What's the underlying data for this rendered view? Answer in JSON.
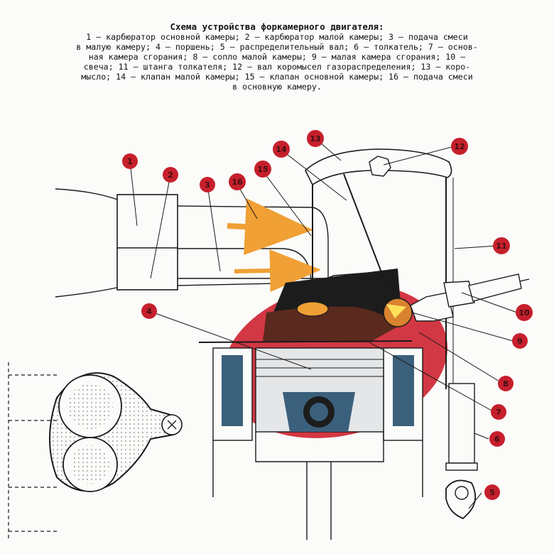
{
  "caption": {
    "title": "Схема устройства форкамерного двигателя:",
    "lines": [
      "1 — карбюратор основной камеры; 2 — карбюратор малой камеры; 3 — подача смеси",
      "в малую камеру; 4 — поршень; 5 — распределительный вал; 6 — толкатель; 7 — основ-",
      "ная камера сгорания; 8 — сопло малой камеры; 9 — малая камера сгорания; 10 —",
      "свеча; 11 — штанга толкателя; 12 — вал коромысел газораспределения; 13 — коро-",
      "мысло; 14 — клапан малой камеры; 15 — клапан основной камеры; 16 — подача смеси",
      "в основную камеру."
    ]
  },
  "markers": [
    "1",
    "2",
    "3",
    "4",
    "5",
    "6",
    "7",
    "8",
    "9",
    "10",
    "11",
    "12",
    "13",
    "14",
    "15",
    "16"
  ],
  "colors": {
    "marker": "#c61f2c",
    "chamber": "#d23843",
    "flow": "#f0a035",
    "blue": "#3b607c",
    "combustion": "#5a2a1e",
    "line": "#1a1a1a"
  }
}
